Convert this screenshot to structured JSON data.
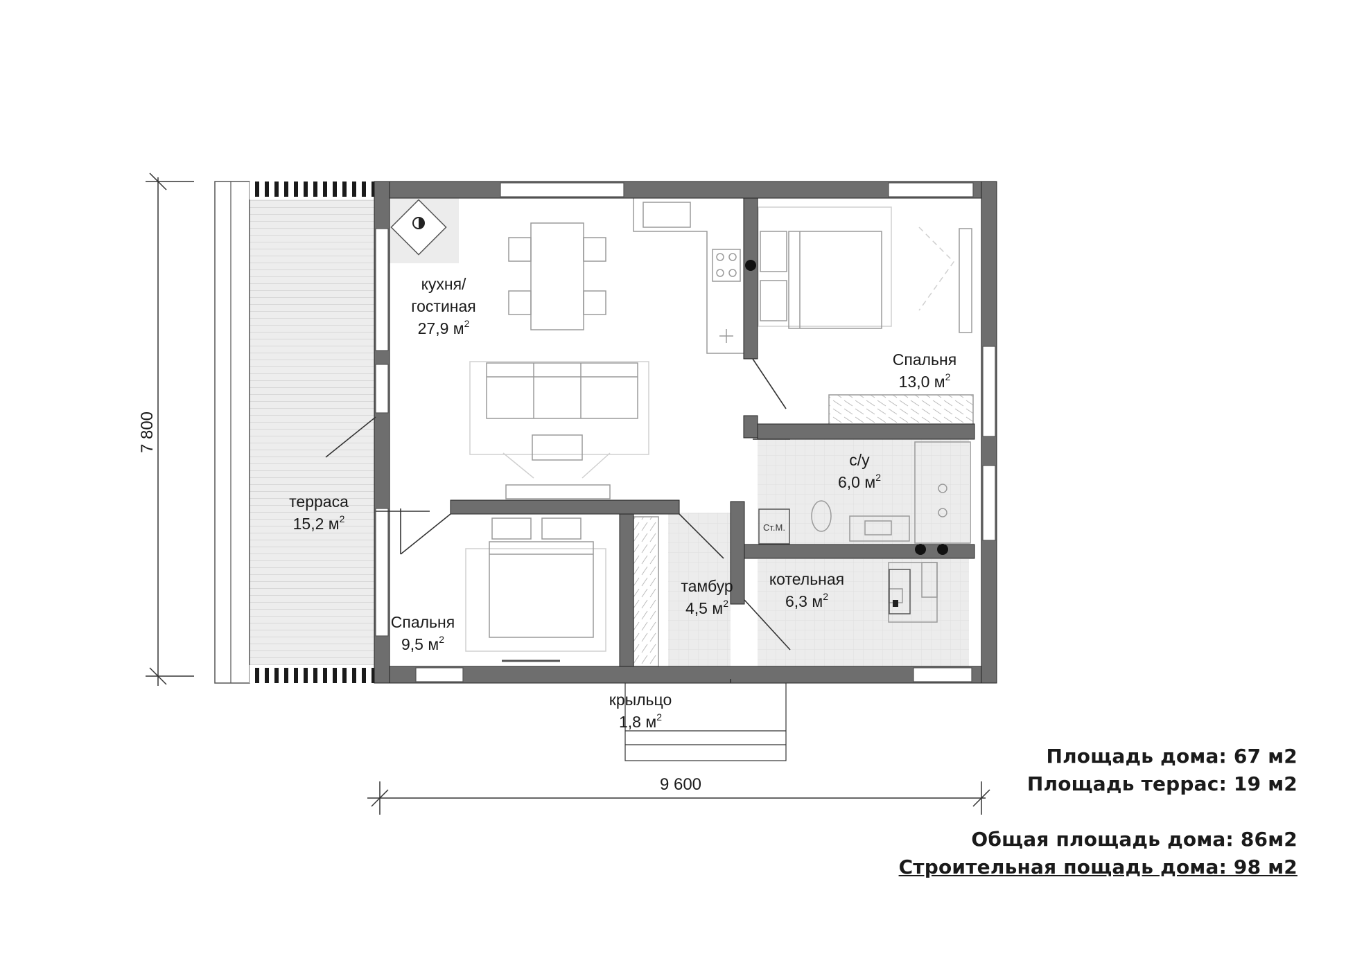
{
  "dimensions": {
    "height": "7 800",
    "width": "9 600"
  },
  "area_unit": "м",
  "area_exponent": "2",
  "rooms": [
    {
      "name_lines": [
        "кухня/",
        "гостиная"
      ],
      "area": "27,9"
    },
    {
      "name_lines": [
        "Спальня"
      ],
      "area": "13,0"
    },
    {
      "name_lines": [
        "с/у"
      ],
      "area": "6,0"
    },
    {
      "name_lines": [
        "терраса"
      ],
      "area": "15,2"
    },
    {
      "name_lines": [
        "тамбур"
      ],
      "area": "4,5"
    },
    {
      "name_lines": [
        "котельная"
      ],
      "area": "6,3"
    },
    {
      "name_lines": [
        "Спальня"
      ],
      "area": "9,5"
    },
    {
      "name_lines": [
        "крыльцо"
      ],
      "area": "1,8"
    }
  ],
  "fixtures": {
    "washing_machine": "Ст.М."
  },
  "summary": [
    "Площадь дома: 67 м2",
    "Площадь террас: 19 м2",
    "Общая площадь дома: 86м2",
    "Строительная пощадь дома: 98 м2"
  ]
}
